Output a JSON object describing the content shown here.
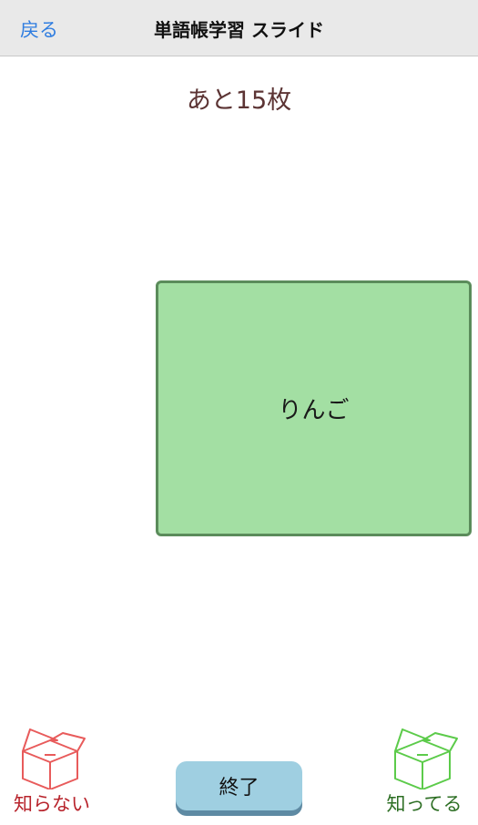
{
  "nav": {
    "back_label": "戻る",
    "title": "単語帳学習 スライド"
  },
  "remaining_text": "あと15枚",
  "card": {
    "word": "りんご",
    "color": "#a3dfa3"
  },
  "boxes": {
    "unknown": {
      "label": "知らない",
      "icon": "open-box-icon",
      "color": "#e85b5b"
    },
    "known": {
      "label": "知ってる",
      "icon": "open-box-icon",
      "color": "#5ccb4a"
    }
  },
  "finish_label": "終了",
  "colors": {
    "accent": "#2f7de0",
    "navbar_bg": "#e9e9e9",
    "finish_bg": "#9fcfe1"
  }
}
